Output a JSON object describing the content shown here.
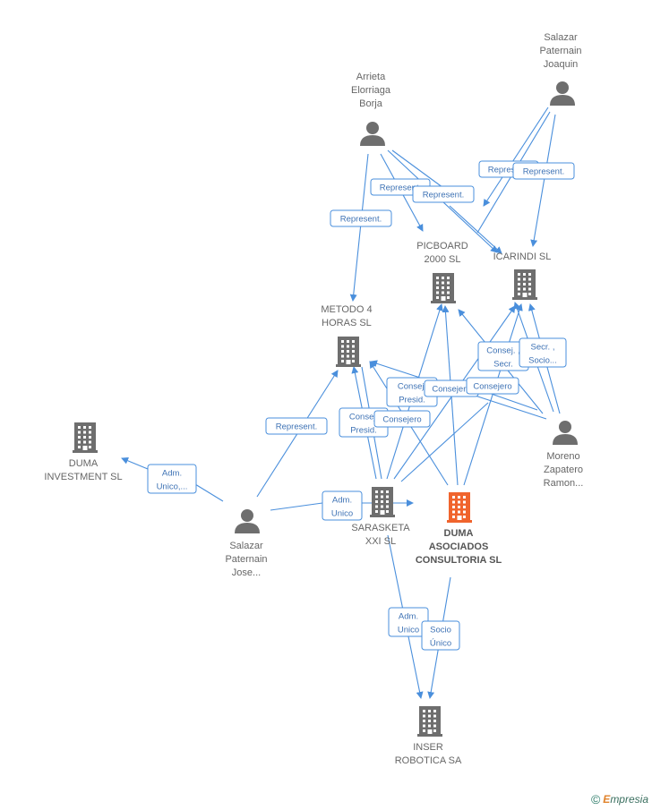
{
  "colors": {
    "edge": "#4a8fdc",
    "company": "#6e6e6e",
    "company_main": "#f0642d",
    "person": "#6e6e6e"
  },
  "nodes": [
    {
      "id": "salazar_joaquin",
      "kind": "person",
      "icon": "person-icon",
      "lines": [
        "Salazar",
        "Paternain",
        "Joaquin"
      ]
    },
    {
      "id": "arrieta",
      "kind": "person",
      "icon": "person-icon",
      "lines": [
        "Arrieta",
        "Elorriaga",
        "Borja"
      ]
    },
    {
      "id": "picboard",
      "kind": "company",
      "icon": "building-icon",
      "lines": [
        "PICBOARD",
        "2000 SL"
      ]
    },
    {
      "id": "icarindi",
      "kind": "company",
      "icon": "building-icon",
      "lines": [
        "ICARINDI SL"
      ]
    },
    {
      "id": "metodo4",
      "kind": "company",
      "icon": "building-icon",
      "lines": [
        "METODO 4",
        "HORAS SL"
      ]
    },
    {
      "id": "duma_investment",
      "kind": "company",
      "icon": "building-icon",
      "lines": [
        "DUMA",
        "INVESTMENT  SL"
      ]
    },
    {
      "id": "moreno",
      "kind": "person",
      "icon": "person-icon",
      "lines": [
        "Moreno",
        "Zapatero",
        "Ramon..."
      ]
    },
    {
      "id": "salazar_jose",
      "kind": "person",
      "icon": "person-icon",
      "lines": [
        "Salazar",
        "Paternain",
        "Jose..."
      ]
    },
    {
      "id": "sarasketa",
      "kind": "company",
      "icon": "building-icon",
      "lines": [
        "SARASKETA",
        "XXI SL"
      ]
    },
    {
      "id": "duma_asociados",
      "kind": "company_main",
      "icon": "building-icon",
      "lines": [
        "DUMA",
        "ASOCIADOS",
        "CONSULTORIA SL"
      ]
    },
    {
      "id": "inser",
      "kind": "company",
      "icon": "building-icon",
      "lines": [
        "INSER",
        "ROBOTICA SA"
      ]
    }
  ],
  "tags": [
    {
      "id": "t1",
      "lines": [
        "Represent."
      ]
    },
    {
      "id": "t2",
      "lines": [
        "Represent."
      ]
    },
    {
      "id": "t3",
      "lines": [
        "Represent."
      ]
    },
    {
      "id": "t4",
      "lines": [
        "Represent."
      ]
    },
    {
      "id": "t5",
      "lines": [
        "Represent."
      ]
    },
    {
      "id": "t6",
      "lines": [
        "Represent."
      ]
    },
    {
      "id": "t7",
      "lines": [
        "Consej. ,",
        "Secr."
      ]
    },
    {
      "id": "t8",
      "lines": [
        "Secr. ,",
        "Socio..."
      ]
    },
    {
      "id": "t9",
      "lines": [
        "Consej.",
        "Presid."
      ]
    },
    {
      "id": "t10",
      "lines": [
        "Consejero"
      ]
    },
    {
      "id": "t11",
      "lines": [
        "Consejero"
      ]
    },
    {
      "id": "t12",
      "lines": [
        "Consej.",
        "Presid."
      ]
    },
    {
      "id": "t13",
      "lines": [
        "Consejero"
      ]
    },
    {
      "id": "t14",
      "lines": [
        "Adm.",
        "Unico,..."
      ]
    },
    {
      "id": "t15",
      "lines": [
        "Adm.",
        "Unico"
      ]
    },
    {
      "id": "t16",
      "lines": [
        "Adm.",
        "Unico"
      ]
    },
    {
      "id": "t17",
      "lines": [
        "Socio",
        "Único"
      ]
    }
  ],
  "footer": {
    "copyright": "©",
    "brand_initial": "E",
    "brand_rest": "mpresia"
  }
}
